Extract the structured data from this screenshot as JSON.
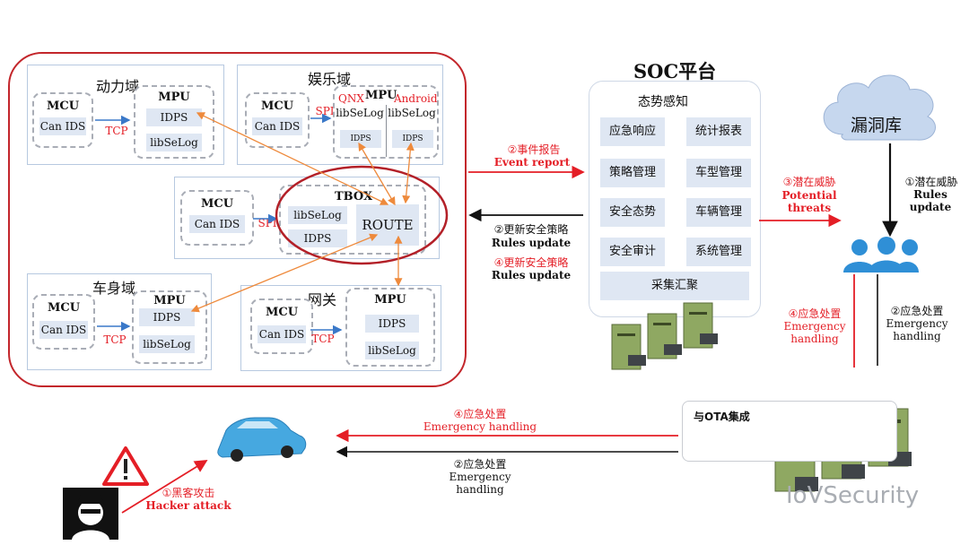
{
  "car": {
    "power_domain": {
      "title": "动力域",
      "mcu": "MCU",
      "mcu_chip": "Can IDS",
      "link": "TCP",
      "mpu": "MPU",
      "mpu_chip1": "IDPS",
      "mpu_chip2": "libSeLog"
    },
    "infotainment": {
      "title": "娱乐域",
      "mcu": "MCU",
      "mcu_chip": "Can IDS",
      "link": "SPI",
      "mpu": "MPU",
      "qnx": "QNX",
      "android": "Android",
      "qnx_chip1": "libSeLog",
      "qnx_chip2": "IDPS",
      "android_chip1": "libSeLog",
      "android_chip2": "IDPS"
    },
    "tbox": {
      "mcu": "MCU",
      "mcu_chip": "Can IDS",
      "link": "SPI",
      "title": "TBOX",
      "chip1": "libSeLog",
      "chip2": "IDPS",
      "route": "ROUTE"
    },
    "body_domain": {
      "title": "车身域",
      "mcu": "MCU",
      "mcu_chip": "Can IDS",
      "link": "TCP",
      "mpu": "MPU",
      "mpu_chip1": "IDPS",
      "mpu_chip2": "libSeLog"
    },
    "gateway": {
      "title": "网关",
      "mcu": "MCU",
      "mcu_chip": "Can IDS",
      "link": "TCP",
      "mpu": "MPU",
      "mpu_chip1": "IDPS",
      "mpu_chip2": "libSeLog"
    }
  },
  "soc": {
    "title": "SOC平台",
    "subtitle": "态势感知",
    "items": [
      "应急响应",
      "统计报表",
      "策略管理",
      "车型管理",
      "安全态势",
      "车辆管理",
      "安全审计",
      "系统管理"
    ],
    "bottom": "采集汇聚"
  },
  "arrows": {
    "event_cn": "②事件报告",
    "event_en": "Event report",
    "rules1_cn": "②更新安全策略",
    "rules1_en": "Rules update",
    "rules2_cn": "④更新安全策略",
    "rules2_en": "Rules update",
    "threat_cn": "③潜在威胁",
    "threat_en1": "Potential",
    "threat_en2": "threats",
    "vuln_cn": "①潜在威胁",
    "vuln_en": "Rules update",
    "emerg_left_cn": "④应急处置",
    "emerg_left_en1": "Emergency",
    "emerg_left_en2": "handling",
    "emerg_right_cn": "②应急处置",
    "emerg_right_en1": "Emergency",
    "emerg_right_en2": "handling",
    "ota_red_cn": "④应急处置",
    "ota_red_en": "Emergency handling",
    "ota_black_cn": "②应急处置",
    "ota_black_en1": "Emergency",
    "ota_black_en2": "handling",
    "hacker_cn": "①黑客攻击",
    "hacker_en": "Hacker attack"
  },
  "vuln_db": "漏洞库",
  "ota": "与OTA集成",
  "watermark": "IoVSecurity",
  "colors": {
    "red": "#e41e26",
    "orange": "#ee8a3c",
    "chip": "#dfe7f3",
    "blue_people": "#2f8fd6"
  }
}
